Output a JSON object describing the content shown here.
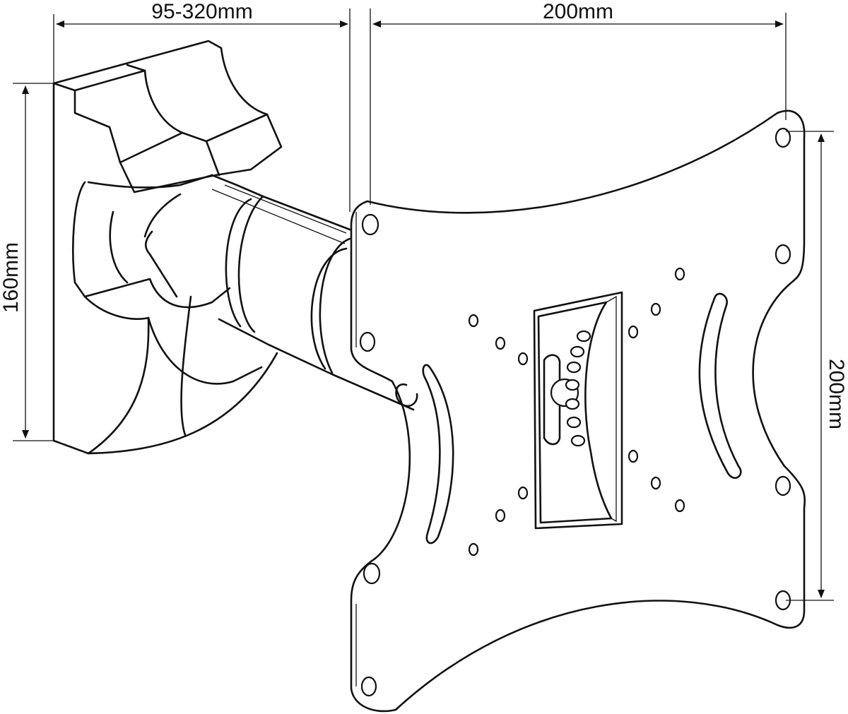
{
  "dimensions": {
    "arm_extension": "95-320mm",
    "plate_width": "200mm",
    "wall_plate_height": "160mm",
    "plate_height": "200mm"
  }
}
